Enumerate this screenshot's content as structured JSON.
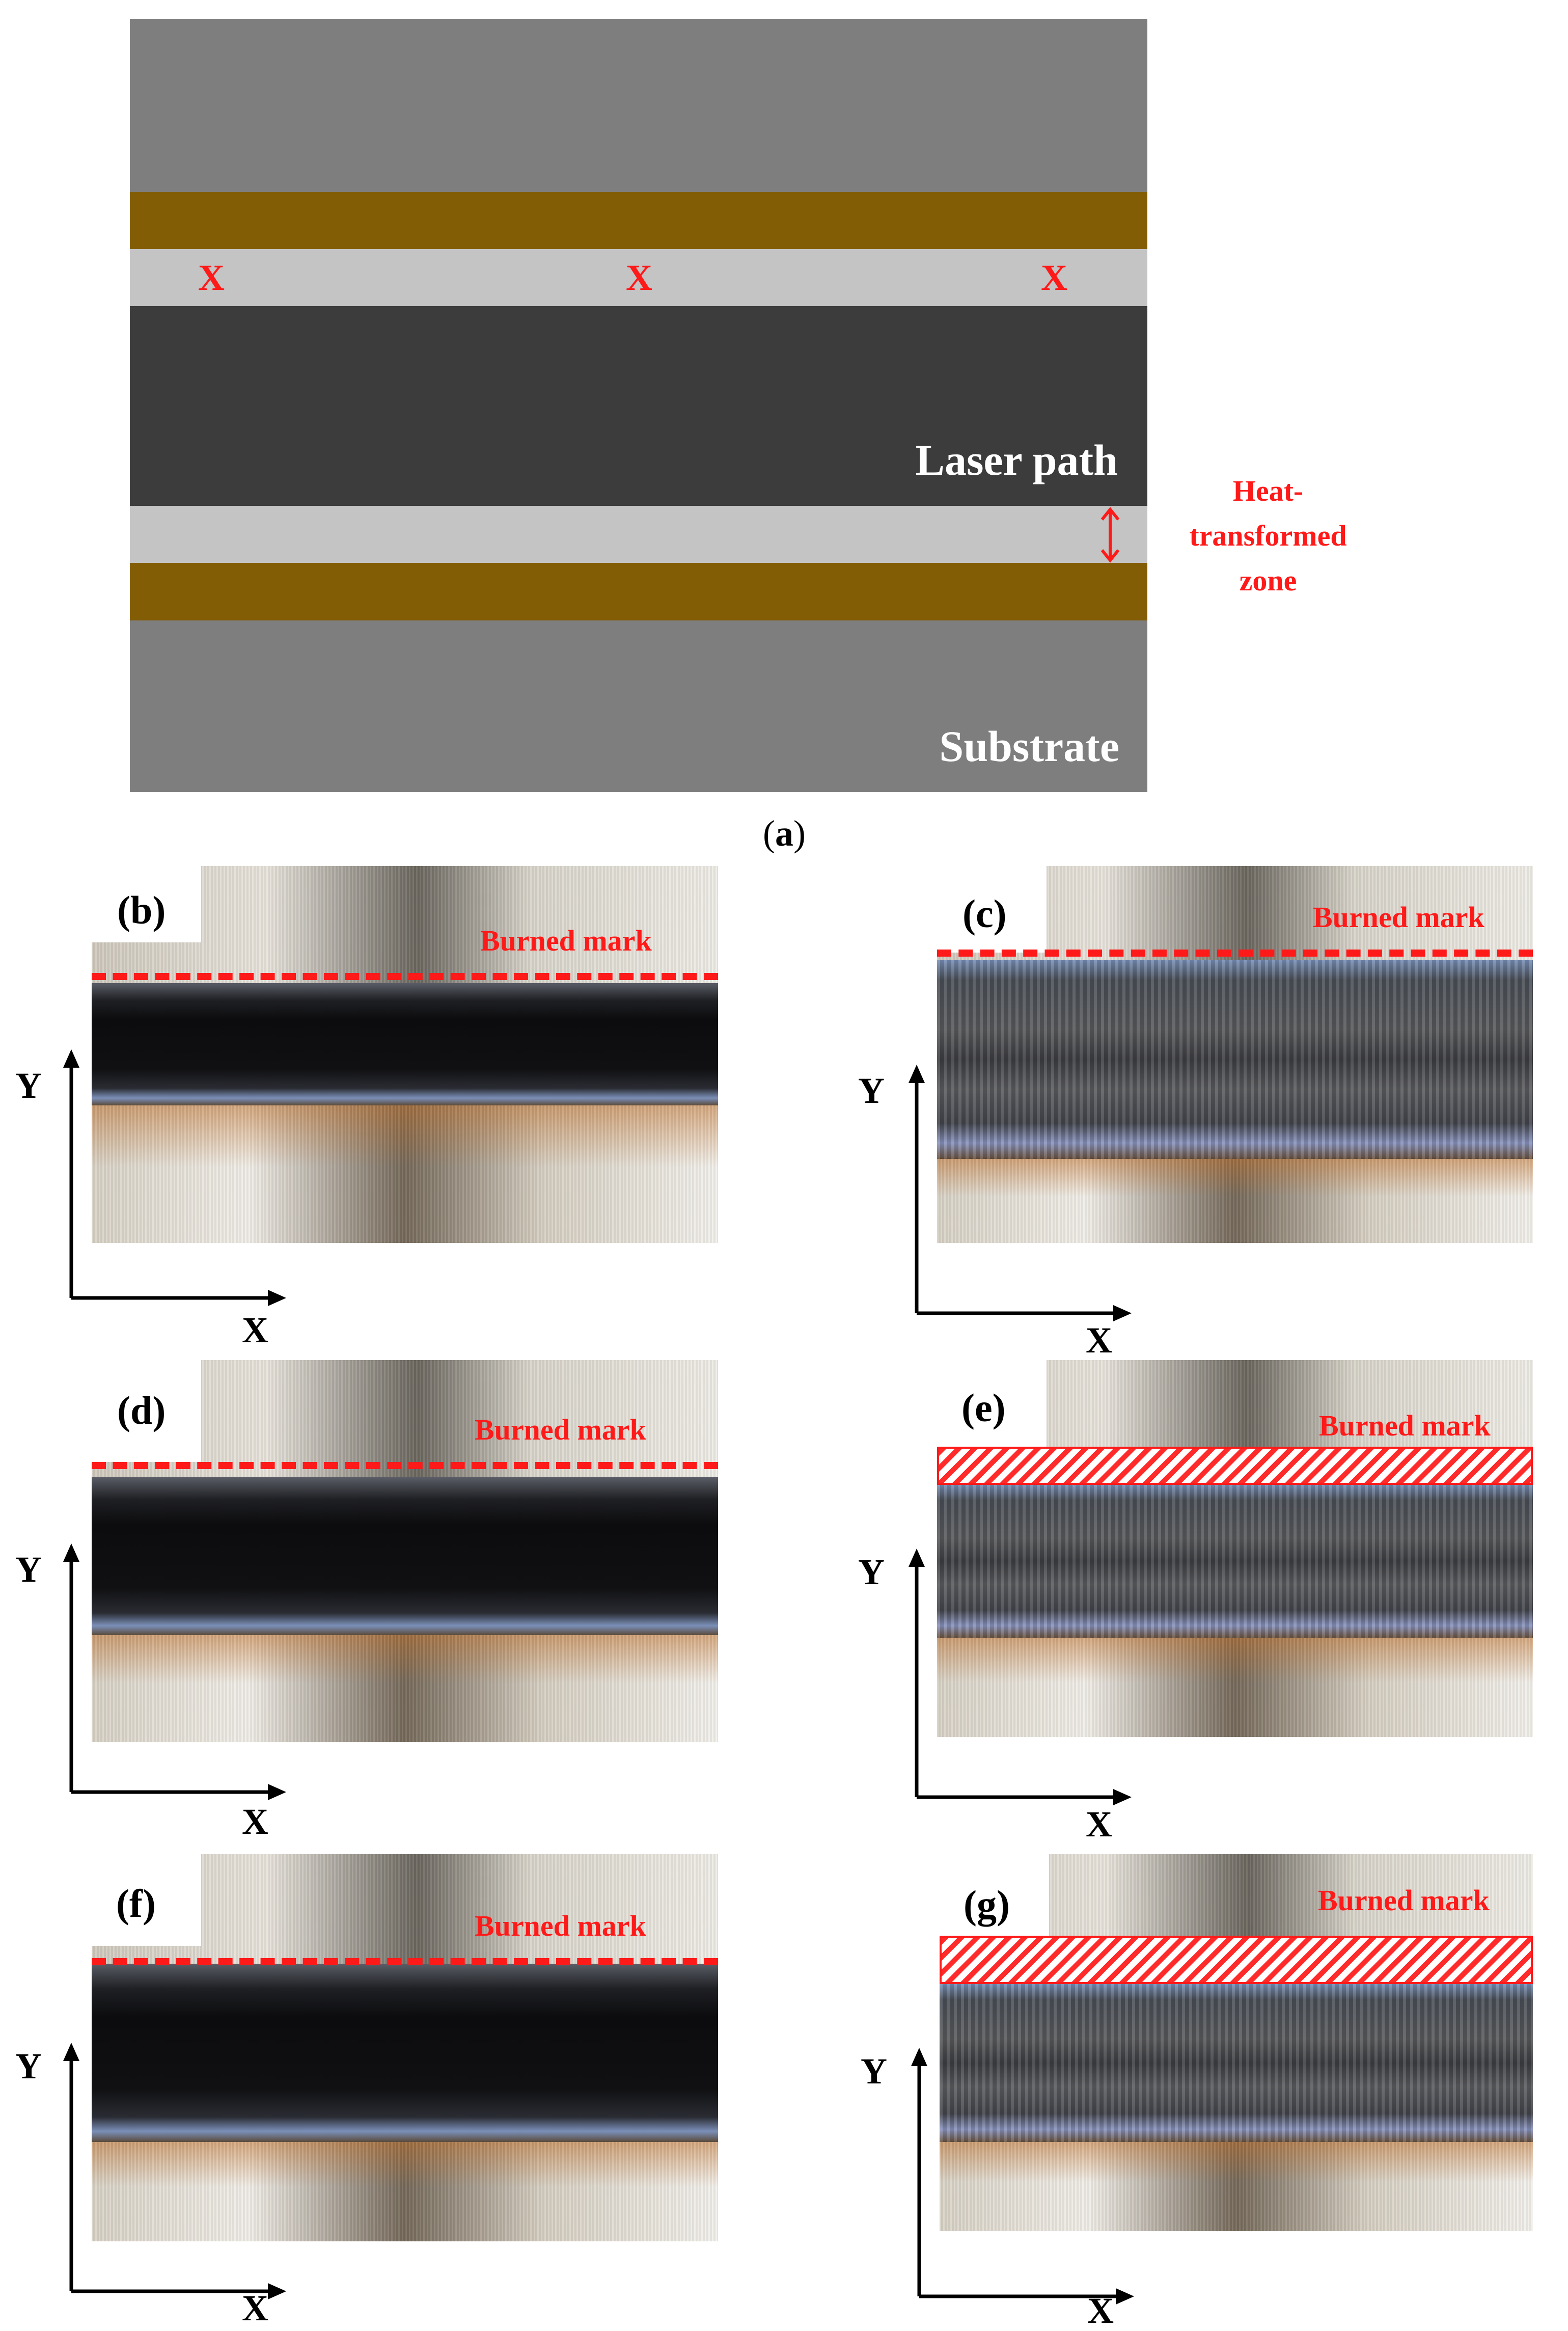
{
  "schematic": {
    "x_marks": [
      "X",
      "X",
      "X"
    ],
    "laser_path_label": "Laser path",
    "substrate_label": "Substrate",
    "htz_label_lines": [
      "Heat-",
      "transformed",
      "zone"
    ],
    "caption_open": "(",
    "caption_letter": "a",
    "caption_close": ")",
    "colors": {
      "substrate": "#7e7e7e",
      "copper_layer": "#835d05",
      "heat_transformed_zone": "#c4c4c4",
      "laser_path": "#3c3c3c",
      "annotation_red": "#ff1a1a"
    }
  },
  "panels": [
    {
      "id": "b",
      "label": "(b)",
      "burned_mark": "Burned mark",
      "style": "dashed",
      "axis_x": "X",
      "axis_y": "Y"
    },
    {
      "id": "c",
      "label": "(c)",
      "burned_mark": "Burned mark",
      "style": "dashed",
      "axis_x": "X",
      "axis_y": "Y"
    },
    {
      "id": "d",
      "label": "(d)",
      "burned_mark": "Burned mark",
      "style": "dashed",
      "axis_x": "X",
      "axis_y": "Y"
    },
    {
      "id": "e",
      "label": "(e)",
      "burned_mark": "Burned mark",
      "style": "hatched",
      "axis_x": "X",
      "axis_y": "Y"
    },
    {
      "id": "f",
      "label": "(f)",
      "burned_mark": "Burned mark",
      "style": "dashed",
      "axis_x": "X",
      "axis_y": "Y"
    },
    {
      "id": "g",
      "label": "(g)",
      "burned_mark": "Burned mark",
      "style": "hatched",
      "axis_x": "X",
      "axis_y": "Y"
    }
  ]
}
